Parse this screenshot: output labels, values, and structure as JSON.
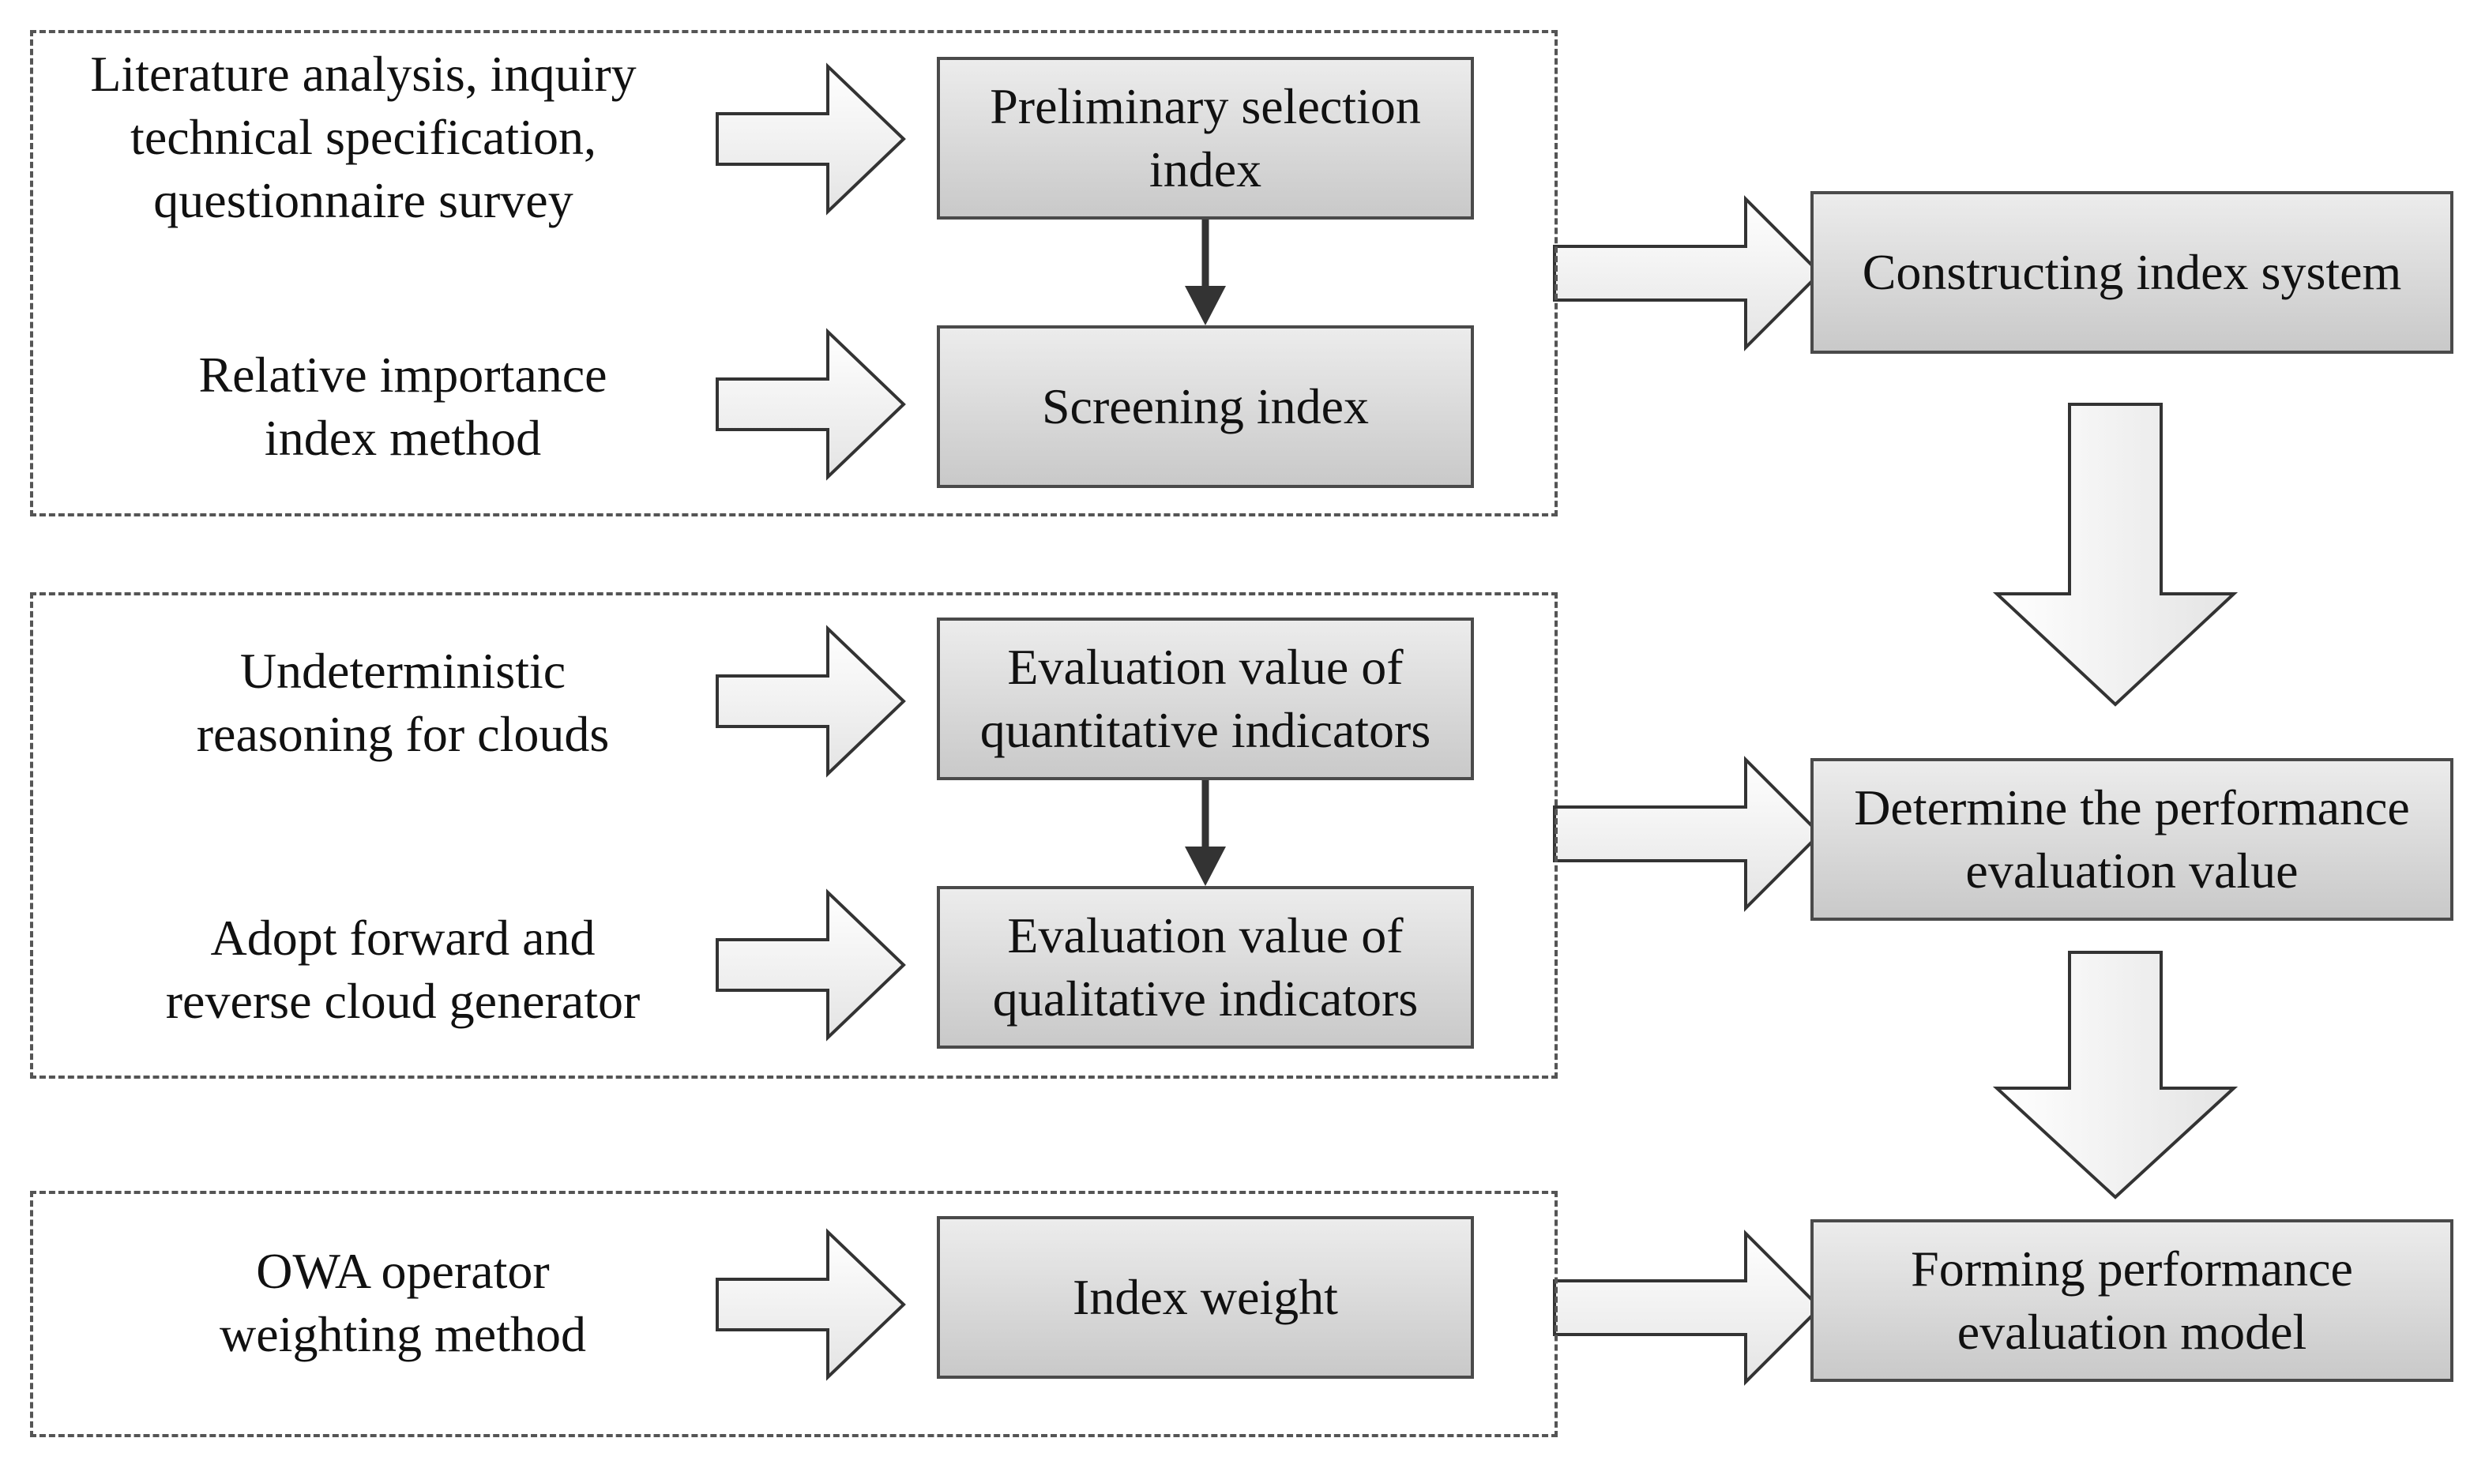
{
  "groups": [
    {
      "inputs": [
        {
          "label": "Literature analysis, inquiry\ntechnical specification,\nquestionnaire survey"
        },
        {
          "label": "Relative importance\nindex method"
        }
      ],
      "steps": [
        {
          "label": "Preliminary selection\nindex"
        },
        {
          "label": "Screening index"
        }
      ]
    },
    {
      "inputs": [
        {
          "label": "Undeterministic\nreasoning for clouds"
        },
        {
          "label": "Adopt forward and\nreverse cloud generator"
        }
      ],
      "steps": [
        {
          "label": "Evaluation value of\nquantitative indicators"
        },
        {
          "label": "Evaluation value of\nqualitative indicators"
        }
      ]
    },
    {
      "inputs": [
        {
          "label": "OWA operator\nweighting method"
        }
      ],
      "steps": [
        {
          "label": "Index weight"
        }
      ]
    }
  ],
  "outputs": [
    {
      "label": "Constructing index system"
    },
    {
      "label": "Determine the performance\nevaluation value"
    },
    {
      "label": "Forming performance\nevaluation model"
    }
  ]
}
